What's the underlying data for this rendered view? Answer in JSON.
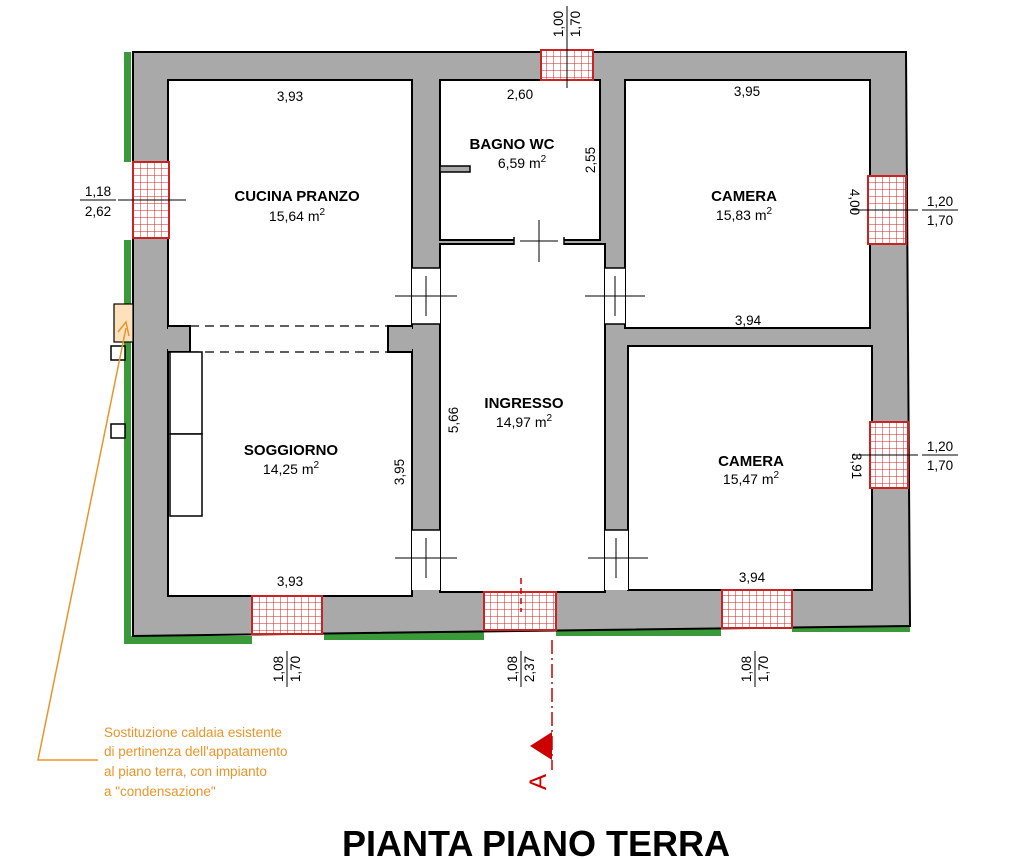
{
  "title": "PIANTA PIANO TERRA",
  "rooms": {
    "cucina": {
      "name": "CUCINA PRANZO",
      "area": "15,64 m",
      "unit_sup": "2"
    },
    "bagno": {
      "name": "BAGNO WC",
      "area": "6,59 m",
      "unit_sup": "2"
    },
    "camera1": {
      "name": "CAMERA",
      "area": "15,83 m",
      "unit_sup": "2"
    },
    "ingresso": {
      "name": "INGRESSO",
      "area": "14,97 m",
      "unit_sup": "2"
    },
    "soggiorno": {
      "name": "SOGGIORNO",
      "area": "14,25 m",
      "unit_sup": "2"
    },
    "camera2": {
      "name": "CAMERA",
      "area": "15,47 m",
      "unit_sup": "2"
    }
  },
  "dimensions": {
    "cucina_top": "3,93",
    "bagno_top": "2,60",
    "bagno_side": "2,55",
    "camera1_top": "3,95",
    "camera1_side": "4,00",
    "camera1_bottom": "3,94",
    "ingresso_side": "5,66",
    "soggiorno_side": "3,95",
    "soggiorno_bottom": "3,93",
    "camera2_side": "3,91",
    "camera2_bottom": "3,94"
  },
  "windows": {
    "top": {
      "width": "1,00",
      "height": "1,70"
    },
    "left": {
      "width": "1,18",
      "height": "2,62"
    },
    "right1": {
      "width": "1,20",
      "height": "1,70"
    },
    "right2": {
      "width": "1,20",
      "height": "1,70"
    },
    "bottom1": {
      "width": "1,08",
      "height": "1,70"
    },
    "bottom2": {
      "width": "1,08",
      "height": "2,37"
    },
    "bottom3": {
      "width": "1,08",
      "height": "1,70"
    }
  },
  "note": {
    "lines": [
      "Sostituzione caldaia esistente",
      "di pertinenza dell'appatamento",
      "al piano terra, con impianto",
      "a \"condensazione\""
    ]
  },
  "section": {
    "letter": "A"
  },
  "colors": {
    "wall": "#a9a9a9",
    "window": "#cc2222",
    "hedge": "#3a9a3a",
    "note": "#e8952c",
    "boiler": "#fde1bd",
    "section": "#cc0000"
  }
}
